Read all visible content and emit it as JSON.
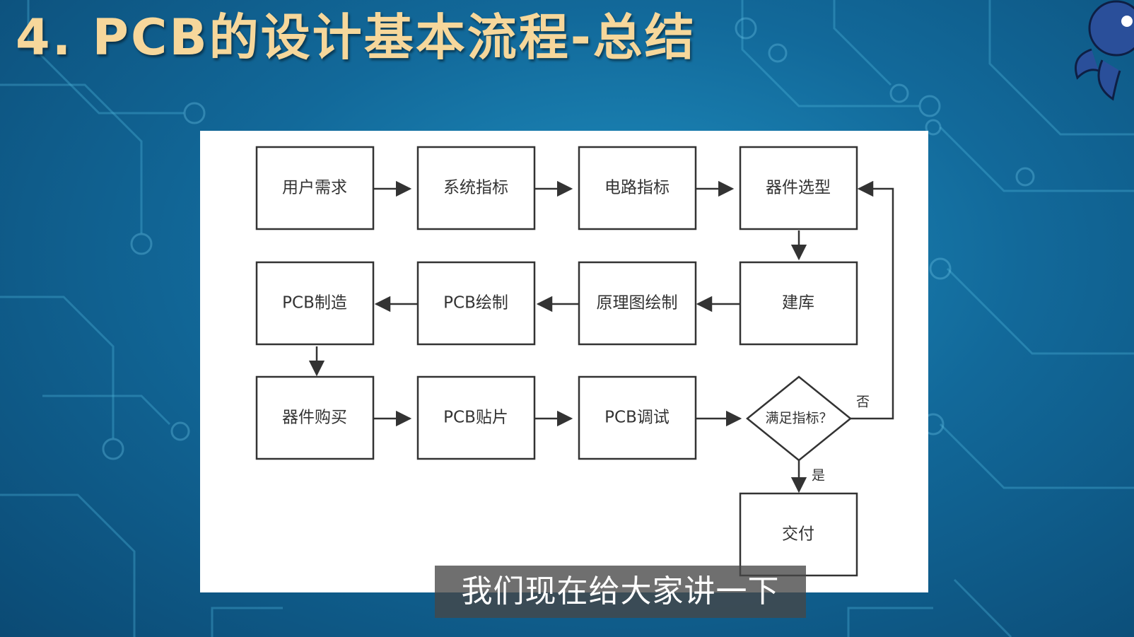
{
  "slide": {
    "title": "4. PCB的设计基本流程-总结",
    "subtitle": "我们现在给大家讲一下"
  },
  "flowchart": {
    "nodes": [
      {
        "id": "n1",
        "label": "用户需求",
        "shape": "rect"
      },
      {
        "id": "n2",
        "label": "系统指标",
        "shape": "rect"
      },
      {
        "id": "n3",
        "label": "电路指标",
        "shape": "rect"
      },
      {
        "id": "n4",
        "label": "器件选型",
        "shape": "rect"
      },
      {
        "id": "n5",
        "label": "建库",
        "shape": "rect"
      },
      {
        "id": "n6",
        "label": "原理图绘制",
        "shape": "rect"
      },
      {
        "id": "n7",
        "label": "PCB绘制",
        "shape": "rect"
      },
      {
        "id": "n8",
        "label": "PCB制造",
        "shape": "rect"
      },
      {
        "id": "n9",
        "label": "器件购买",
        "shape": "rect"
      },
      {
        "id": "n10",
        "label": "PCB贴片",
        "shape": "rect"
      },
      {
        "id": "n11",
        "label": "PCB调试",
        "shape": "rect"
      },
      {
        "id": "n12",
        "label": "满足指标？",
        "shape": "diamond"
      },
      {
        "id": "n13",
        "label": "交付",
        "shape": "rect"
      }
    ],
    "edges": [
      {
        "from": "n1",
        "to": "n2",
        "label": ""
      },
      {
        "from": "n2",
        "to": "n3",
        "label": ""
      },
      {
        "from": "n3",
        "to": "n4",
        "label": ""
      },
      {
        "from": "n4",
        "to": "n5",
        "label": ""
      },
      {
        "from": "n5",
        "to": "n6",
        "label": ""
      },
      {
        "from": "n6",
        "to": "n7",
        "label": ""
      },
      {
        "from": "n7",
        "to": "n8",
        "label": ""
      },
      {
        "from": "n8",
        "to": "n9",
        "label": ""
      },
      {
        "from": "n9",
        "to": "n10",
        "label": ""
      },
      {
        "from": "n10",
        "to": "n11",
        "label": ""
      },
      {
        "from": "n11",
        "to": "n12",
        "label": ""
      },
      {
        "from": "n12",
        "to": "n4",
        "label": "否"
      },
      {
        "from": "n12",
        "to": "n13",
        "label": "是"
      }
    ]
  },
  "colors": {
    "title": "#f6d79b",
    "background": "#1478ab",
    "panel": "#ffffff",
    "stroke": "#333333"
  }
}
